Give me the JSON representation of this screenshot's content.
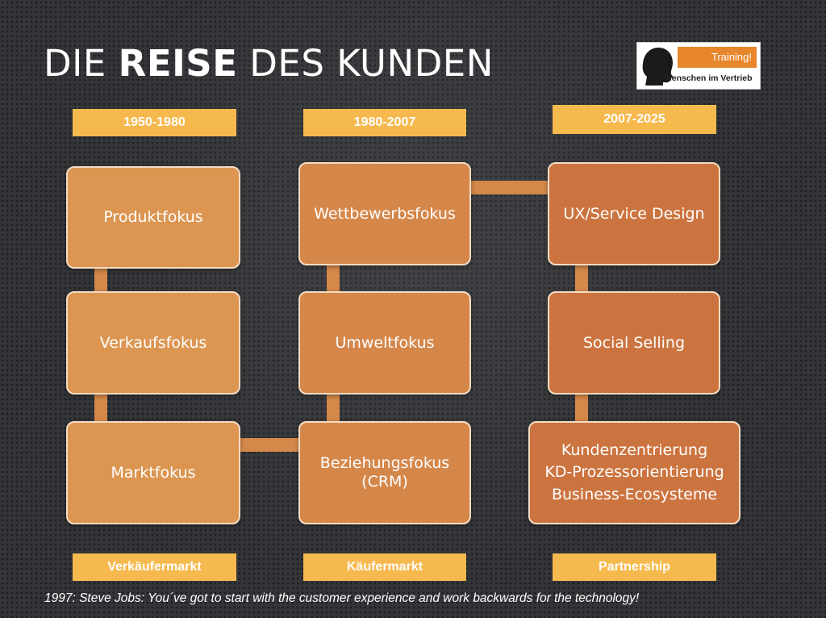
{
  "title": {
    "part1": "DIE ",
    "bold": "REISE",
    "part2": " DES KUNDEN"
  },
  "logo": {
    "banner": "Training!",
    "subtitle": "Menschen im Vertrieb"
  },
  "periods": [
    "1950-1980",
    "1980-2007",
    "2007-2025"
  ],
  "markets": [
    "Verkäufermarkt",
    "Käufermarkt",
    "Partnership"
  ],
  "columns": [
    {
      "boxes": [
        "Produktfokus",
        "Verkaufsfokus",
        "Marktfokus"
      ]
    },
    {
      "boxes": [
        "Wettbewerbsfokus",
        "Umweltfokus",
        "Beziehungsfokus (CRM)"
      ]
    },
    {
      "boxes": [
        "UX/Service Design",
        "Social Selling"
      ],
      "last_box_lines": [
        "Kundenzentrierung",
        "KD-Prozessorientierung",
        "Business-Ecosysteme"
      ]
    }
  ],
  "quote": "1997: Steve Jobs: You´ve got to start with the customer experience and work backwards for the technology!",
  "colors": {
    "tag": "#f6b94d",
    "box_light": "#dc9652",
    "box_mid": "#d5874a",
    "box_dark": "#cc7440",
    "connector": "#d4884a"
  }
}
